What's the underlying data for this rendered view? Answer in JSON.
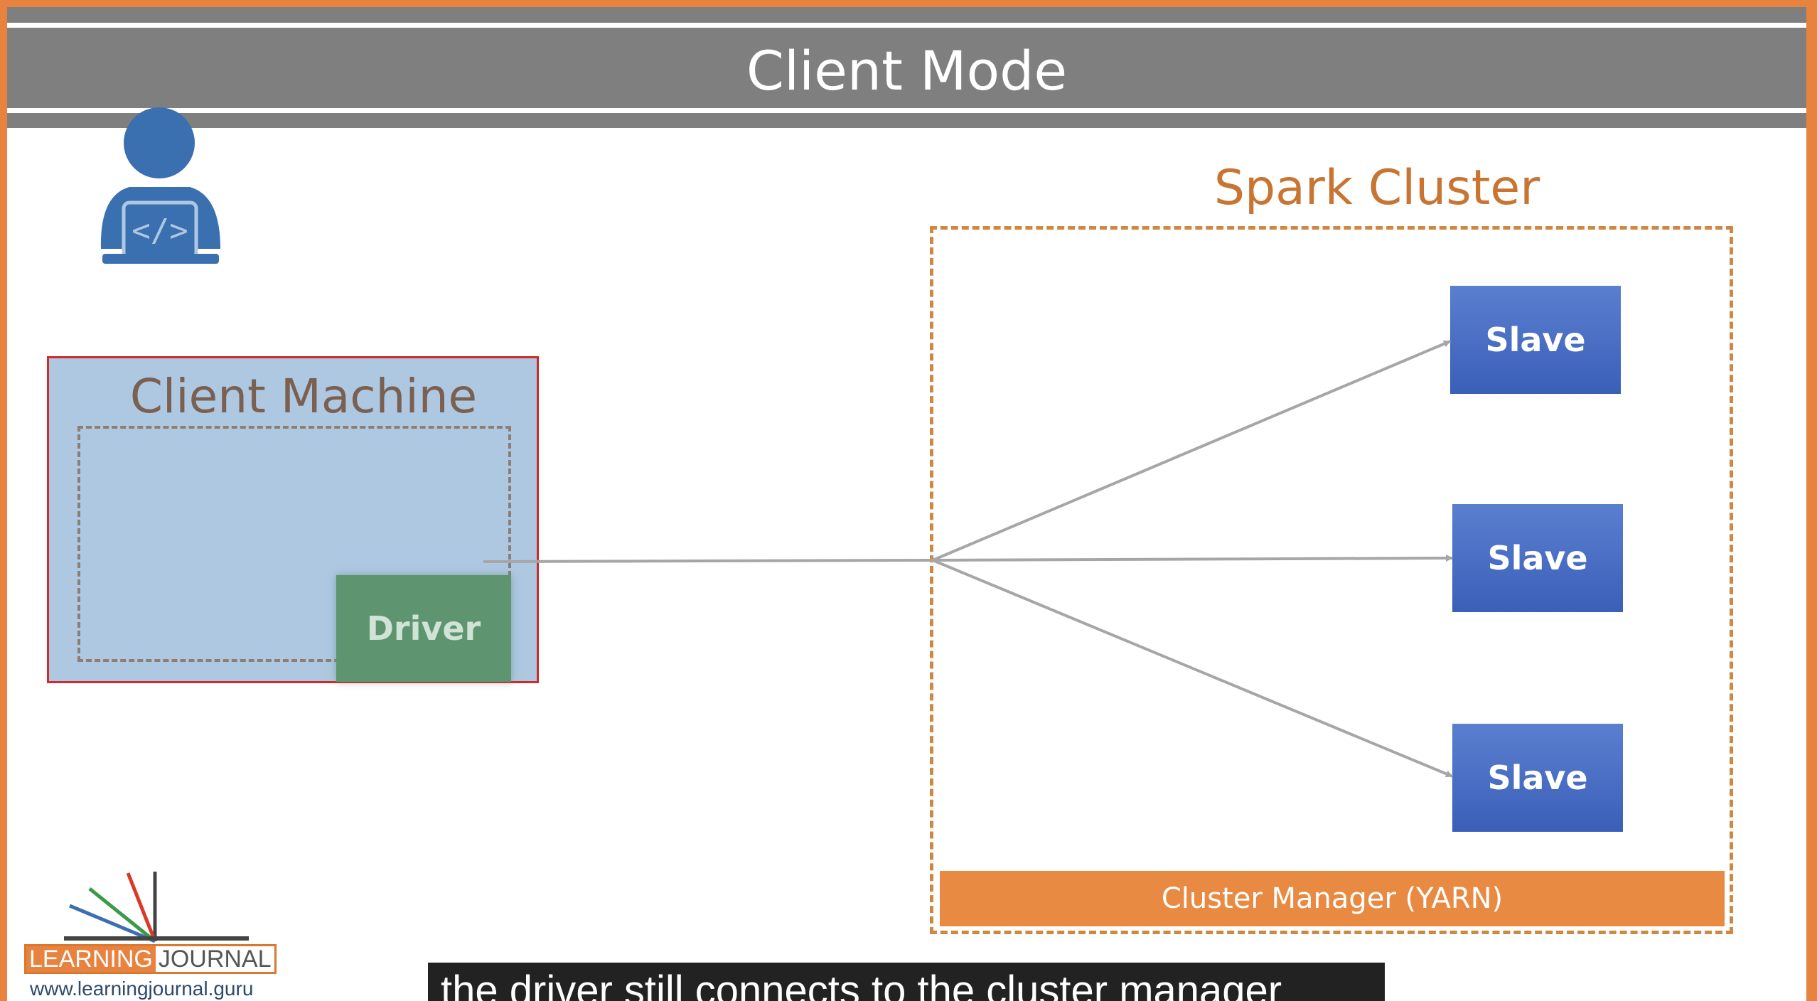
{
  "title": "Client Mode",
  "client_machine": {
    "label": "Client Machine",
    "driver_label": "Driver",
    "user_icon": "developer-laptop-icon"
  },
  "spark_cluster": {
    "label": "Spark Cluster",
    "slaves": [
      "Slave",
      "Slave",
      "Slave"
    ],
    "cluster_manager": "Cluster Manager (YARN)"
  },
  "logo": {
    "left": "LEARNING",
    "right": "JOURNAL",
    "url": "www.learningjournal.guru"
  },
  "caption": "the driver still connects to the cluster manager",
  "colors": {
    "frame": "#e8823f",
    "title_bar": "#7f7f7f",
    "client_fill": "#aec8e2",
    "driver_fill": "#5e9570",
    "slave_fill": "#3f64bd",
    "cluster_manager": "#e98a42",
    "arrow": "#a6a6a6"
  }
}
